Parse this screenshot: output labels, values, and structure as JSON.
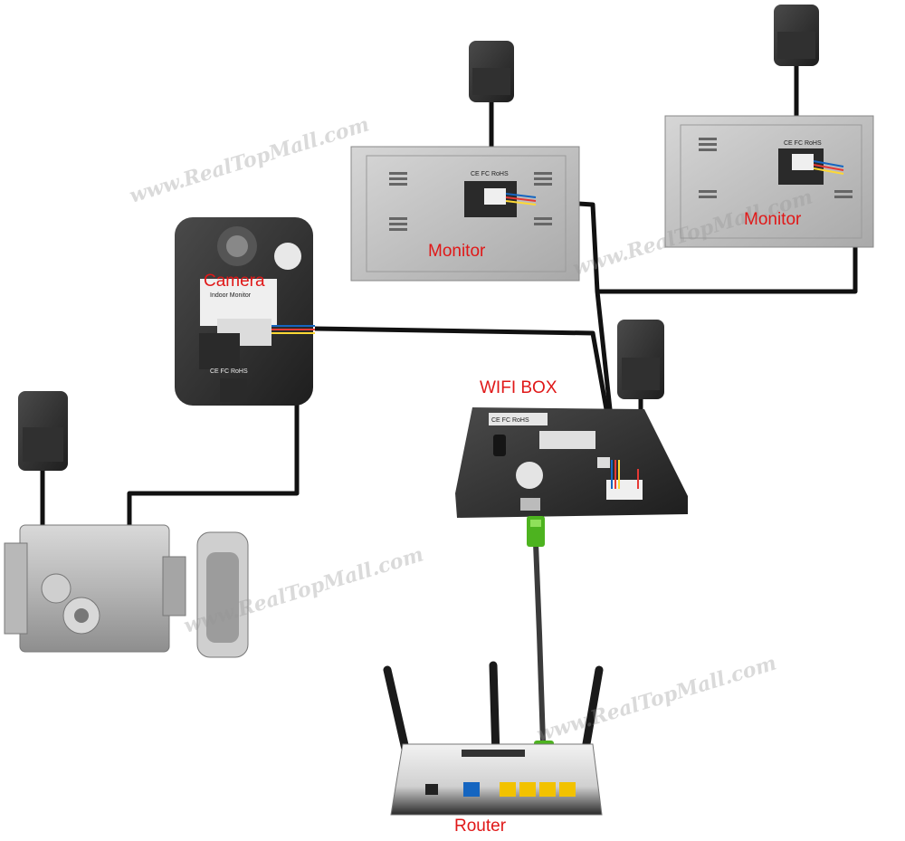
{
  "labels": {
    "camera": "Camera",
    "monitor_left": "Monitor",
    "monitor_right": "Monitor",
    "wifi_box": "WIFI BOX",
    "router": "Router"
  },
  "watermark": "www.RealTopMall.com",
  "device_print": {
    "cert": "CE FC RoHS",
    "indoor_monitor": "Indoor Monitor"
  },
  "colors": {
    "label": "#e01818",
    "cable": "#111111",
    "ethernet": "#4db31f"
  }
}
